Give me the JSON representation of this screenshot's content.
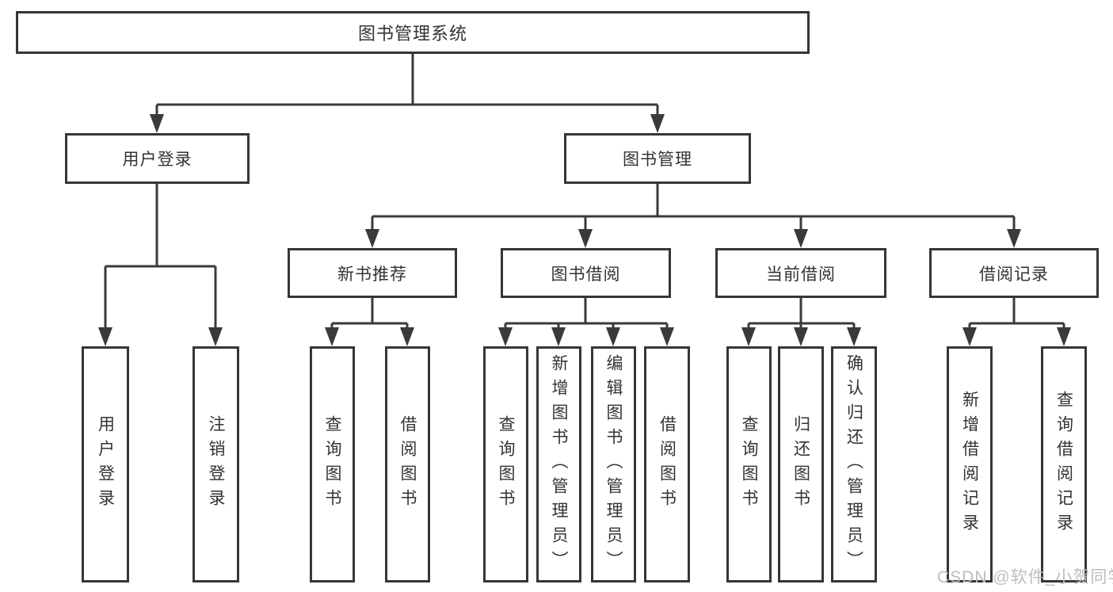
{
  "diagram": {
    "root": {
      "label": "图书管理系统"
    },
    "branches": {
      "user_login": {
        "label": "用户登录",
        "children": [
          {
            "label": "用户登录"
          },
          {
            "label": "注销登录"
          }
        ]
      },
      "book_management": {
        "label": "图书管理",
        "children": [
          {
            "label": "新书推荐",
            "children": [
              {
                "label": "查询图书"
              },
              {
                "label": "借阅图书"
              }
            ]
          },
          {
            "label": "图书借阅",
            "children": [
              {
                "label": "查询图书"
              },
              {
                "label": "新增图书（管理员）"
              },
              {
                "label": "编辑图书（管理员）"
              },
              {
                "label": "借阅图书"
              }
            ]
          },
          {
            "label": "当前借阅",
            "children": [
              {
                "label": "查询图书"
              },
              {
                "label": "归还图书"
              },
              {
                "label": "确认归还（管理员）"
              }
            ]
          },
          {
            "label": "借阅记录",
            "children": [
              {
                "label": "新增借阅记录"
              },
              {
                "label": "查询借阅记录"
              }
            ]
          }
        ]
      }
    }
  },
  "watermark": {
    "text": "CSDN @软件_小贺同学"
  },
  "colors": {
    "line": "#3a3a3a",
    "box_border": "#363636",
    "text": "#333333",
    "watermark": "#bdbdbd",
    "background": "#ffffff"
  }
}
